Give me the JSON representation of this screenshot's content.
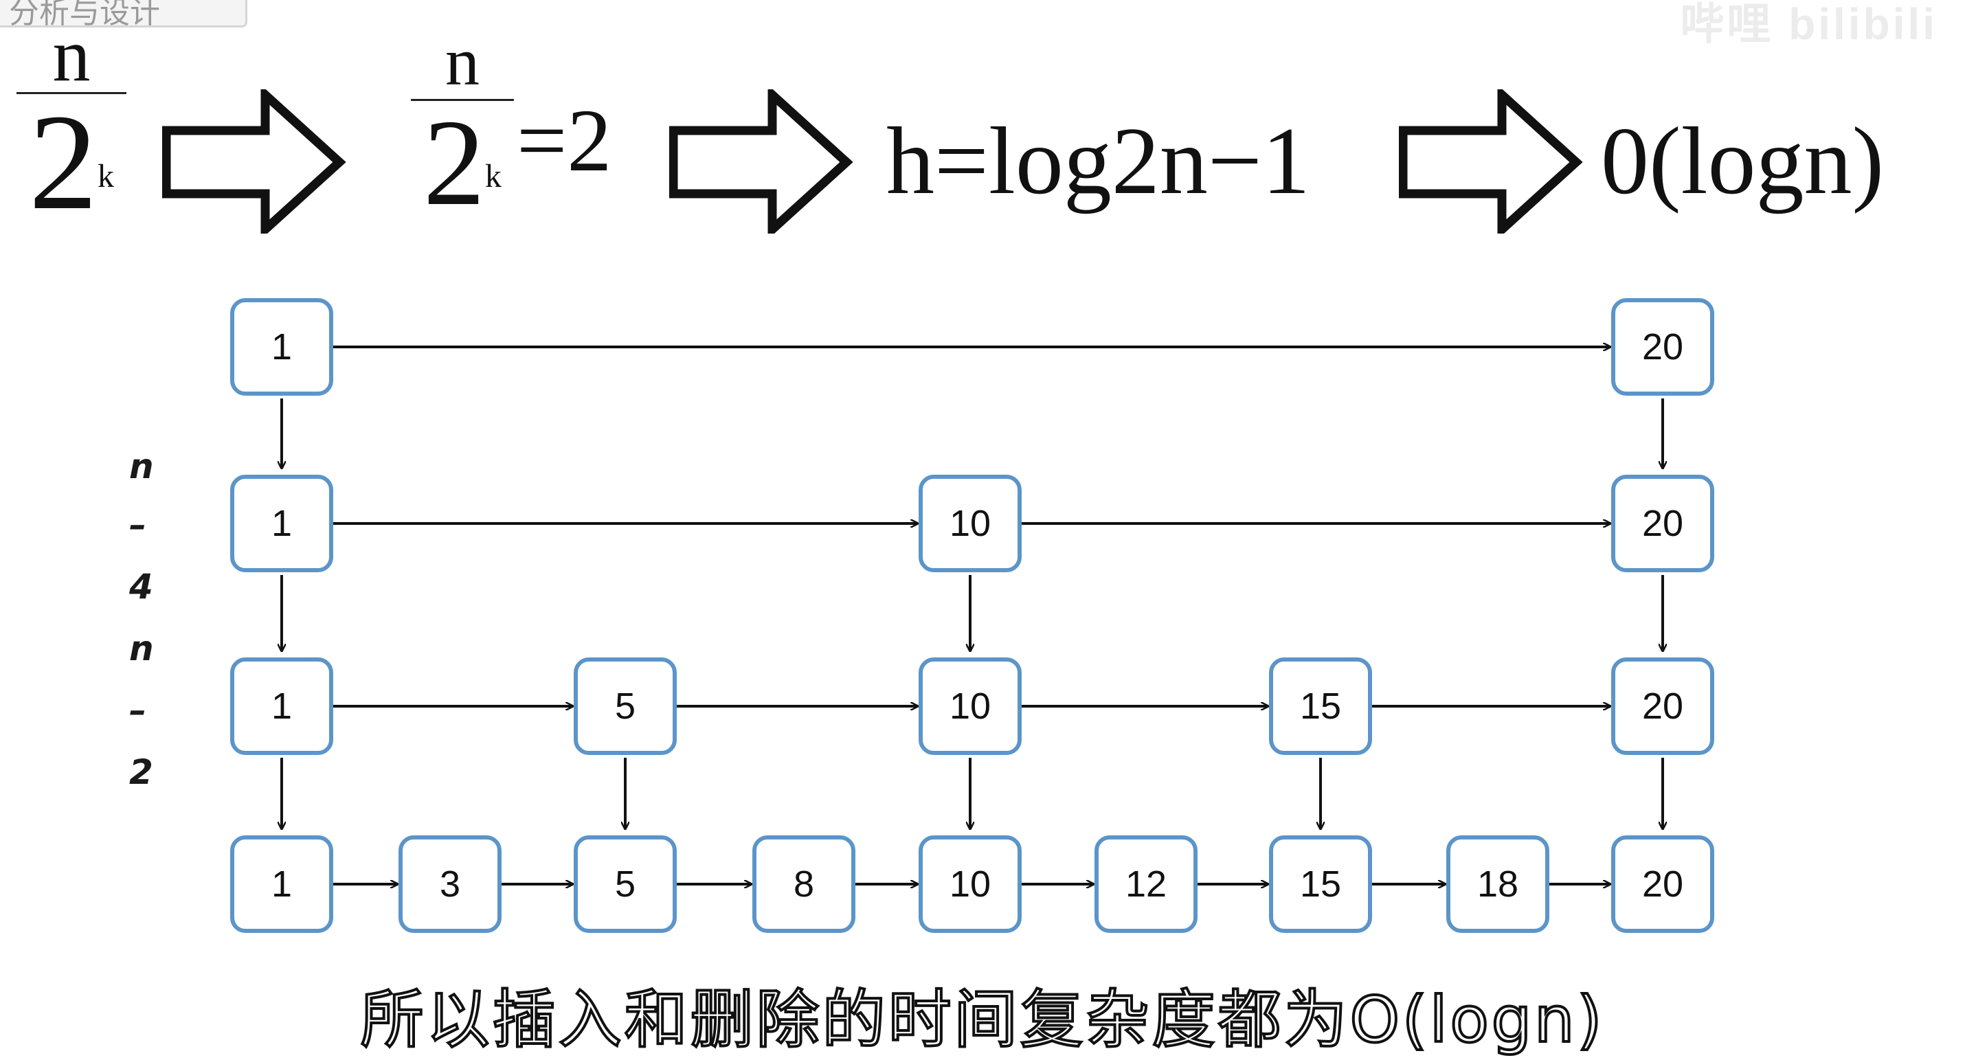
{
  "header": {
    "badge_text": "分析与设计",
    "watermark_text": "哔哩 bilibili"
  },
  "formula": {
    "step1": {
      "numerator": "n",
      "denominator": "2",
      "exponent": "k"
    },
    "step2": {
      "numerator": "n",
      "denominator": "2",
      "exponent": "k",
      "tail": "=2"
    },
    "step3": "h=log2n−1",
    "step4": "0(logn)"
  },
  "side_labels": [
    "n",
    "–",
    "4",
    "n",
    "–",
    "2"
  ],
  "skip_list": {
    "levels": [
      [
        "1",
        "20"
      ],
      [
        "1",
        "10",
        "20"
      ],
      [
        "1",
        "5",
        "10",
        "15",
        "20"
      ],
      [
        "1",
        "3",
        "5",
        "8",
        "10",
        "12",
        "15",
        "18",
        "20"
      ]
    ]
  },
  "caption": "所以插入和删除的时间复杂度都为O(logn)",
  "colors": {
    "node_border": "#5b95c9",
    "arrow": "#111111"
  }
}
